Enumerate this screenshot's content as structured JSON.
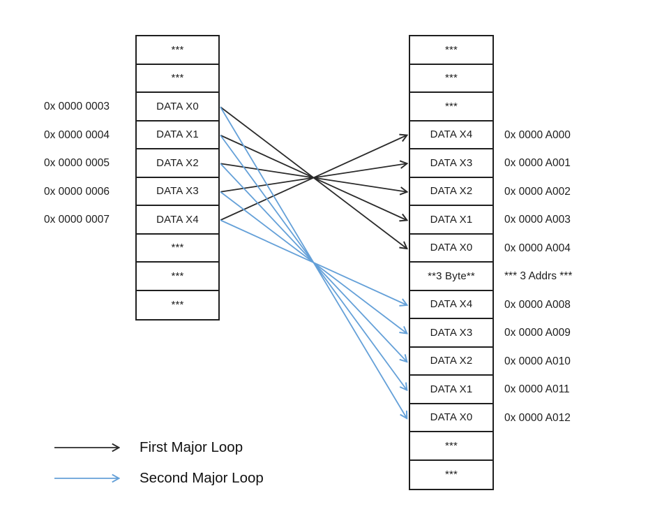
{
  "diagram": {
    "left_table": {
      "rows": [
        "***",
        "***",
        "DATA X0",
        "DATA X1",
        "DATA X2",
        "DATA X3",
        "DATA X4",
        "***",
        "***",
        "***"
      ]
    },
    "left_addresses": [
      {
        "row": 2,
        "label": "0x 0000 0003"
      },
      {
        "row": 3,
        "label": "0x 0000 0004"
      },
      {
        "row": 4,
        "label": "0x 0000 0005"
      },
      {
        "row": 5,
        "label": "0x 0000 0006"
      },
      {
        "row": 6,
        "label": "0x 0000 0007"
      }
    ],
    "right_table": {
      "rows": [
        "***",
        "***",
        "***",
        "DATA X4",
        "DATA X3",
        "DATA X2",
        "DATA X1",
        "DATA X0",
        "**3 Byte**",
        "DATA X4",
        "DATA X3",
        "DATA X2",
        "DATA X1",
        "DATA X0",
        "***",
        "***"
      ]
    },
    "right_addresses": [
      {
        "row": 3,
        "label": "0x 0000 A000"
      },
      {
        "row": 4,
        "label": "0x 0000 A001"
      },
      {
        "row": 5,
        "label": "0x 0000 A002"
      },
      {
        "row": 6,
        "label": "0x 0000 A003"
      },
      {
        "row": 7,
        "label": "0x 0000 A004"
      },
      {
        "row": 8,
        "label": "*** 3 Addrs ***"
      },
      {
        "row": 9,
        "label": "0x 0000 A008"
      },
      {
        "row": 10,
        "label": "0x 0000 A009"
      },
      {
        "row": 11,
        "label": "0x 0000 A010"
      },
      {
        "row": 12,
        "label": "0x 0000 A011"
      },
      {
        "row": 13,
        "label": "0x 0000 A012"
      }
    ],
    "connections": [
      {
        "name": "first-major-loop",
        "color": "#2a2a2a",
        "pairs": [
          [
            2,
            7
          ],
          [
            3,
            6
          ],
          [
            4,
            5
          ],
          [
            5,
            4
          ],
          [
            6,
            3
          ]
        ]
      },
      {
        "name": "second-major-loop",
        "color": "#64a0d8",
        "pairs": [
          [
            2,
            13
          ],
          [
            3,
            12
          ],
          [
            4,
            11
          ],
          [
            5,
            10
          ],
          [
            6,
            9
          ]
        ]
      }
    ],
    "legend": [
      {
        "label": "First Major Loop",
        "color": "#2a2a2a"
      },
      {
        "label": "Second Major Loop",
        "color": "#64a0d8"
      }
    ]
  }
}
